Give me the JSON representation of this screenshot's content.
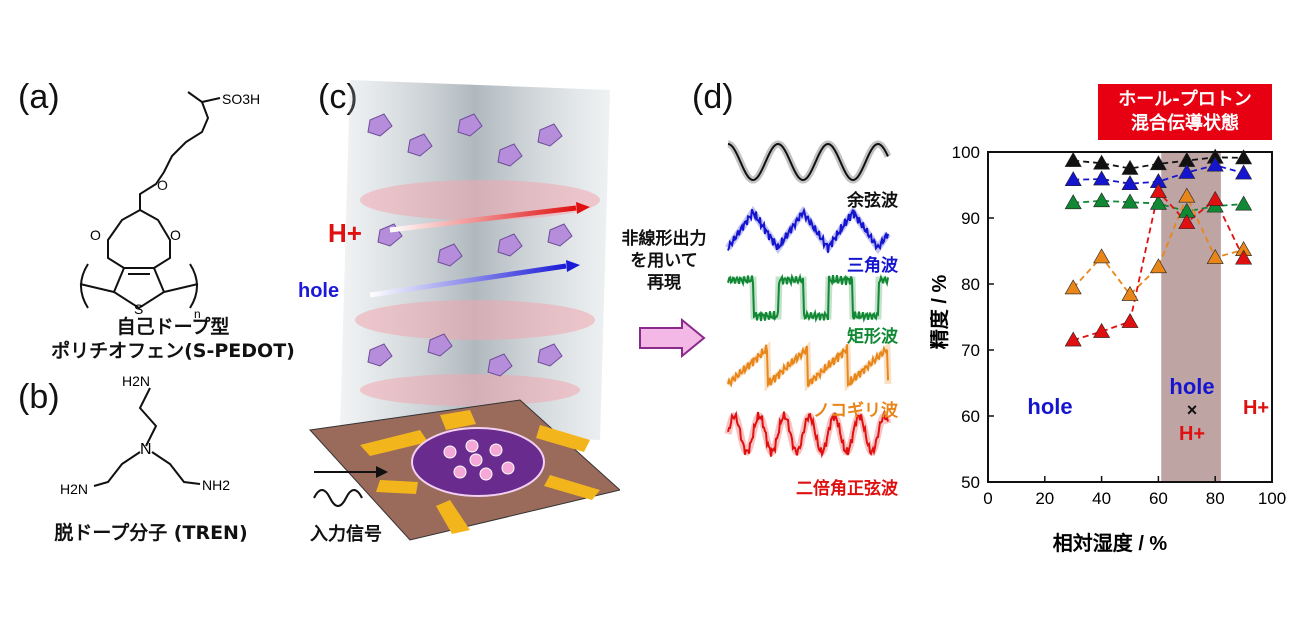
{
  "panels": {
    "a": {
      "label": "(a)",
      "sulfonate_group": "SO3H",
      "ring_atom_s": "S",
      "ring_atom_o": "O",
      "repeat_index": "n",
      "caption_line1": "自己ドープ型",
      "caption_line2": "ポリチオフェン(S-PEDOT)"
    },
    "b": {
      "label": "(b)",
      "amine_top": "H2N",
      "amine_left": "H2N",
      "amine_right": "NH2",
      "center_atom": "N",
      "caption": "脱ドープ分子 (TREN)"
    },
    "c": {
      "label": "(c)",
      "proton_label": "H+",
      "hole_label": "hole",
      "input_label": "入力信号",
      "transform_text": [
        "非線形出力",
        "を用いて",
        "再現"
      ]
    },
    "d": {
      "label": "(d)",
      "badge_line1": "ホール-プロトン",
      "badge_line2": "混合伝導状態",
      "waves": [
        {
          "name": "余弦波",
          "color": "#111111"
        },
        {
          "name": "三角波",
          "color": "#1515d0"
        },
        {
          "name": "矩形波",
          "color": "#118833"
        },
        {
          "name": "ノコギリ波",
          "color": "#e8861a"
        },
        {
          "name": "二倍角正弦波",
          "color": "#e01010"
        }
      ],
      "annot_hole_left": "hole",
      "annot_hole_mid": "hole",
      "annot_cross": "×",
      "annot_h_mid": "H+",
      "annot_h_right": "H+"
    }
  },
  "chart_data": {
    "type": "scatter",
    "xlabel": "相対湿度 / %",
    "ylabel": "精度 / %",
    "xlim": [
      0,
      100
    ],
    "ylim": [
      50,
      100
    ],
    "xticks": [
      0,
      20,
      40,
      60,
      80,
      100
    ],
    "yticks": [
      50,
      60,
      70,
      80,
      90,
      100
    ],
    "x": [
      30,
      40,
      50,
      60,
      70,
      80,
      90
    ],
    "shaded_region": [
      61,
      82
    ],
    "series": [
      {
        "name": "余弦波",
        "color": "#111111",
        "values": [
          98.7,
          98.3,
          97.5,
          98.2,
          98.7,
          99.2,
          99.1
        ]
      },
      {
        "name": "三角波",
        "color": "#1515d0",
        "values": [
          95.8,
          95.9,
          95.2,
          95.5,
          96.9,
          98.0,
          96.8
        ]
      },
      {
        "name": "矩形波",
        "color": "#118833",
        "values": [
          92.3,
          92.6,
          92.4,
          92.2,
          91.0,
          91.8,
          92.1
        ]
      },
      {
        "name": "ノコギリ波",
        "color": "#e8861a",
        "values": [
          79.4,
          84.1,
          78.4,
          82.6,
          93.3,
          84.0,
          85.2
        ]
      },
      {
        "name": "二倍角正弦波",
        "color": "#e01010",
        "values": [
          71.5,
          72.8,
          74.3,
          94.0,
          89.3,
          92.8,
          83.9
        ]
      }
    ]
  }
}
